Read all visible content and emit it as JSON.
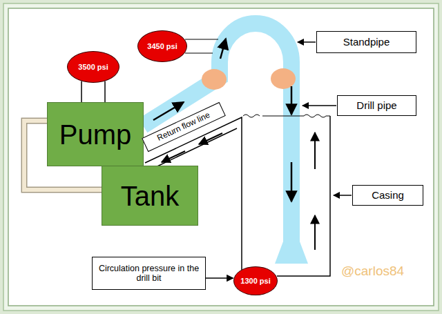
{
  "diagram": {
    "nodes": [
      {
        "text": [
          "3500 psi"
        ]
      },
      {
        "text": [
          "3450 psi"
        ]
      },
      {
        "text": [
          "Standpipe"
        ]
      },
      {
        "text": [
          "Pump"
        ]
      },
      {
        "text": [
          "Drill pipe"
        ]
      },
      {
        "text": [
          "Return flow line"
        ]
      },
      {
        "text": [
          "Tank"
        ]
      },
      {
        "text": [
          "Casing"
        ]
      },
      {
        "text": [
          "Circulation pressure in the drill bit"
        ]
      },
      {
        "text": [
          "1300 psi"
        ]
      }
    ],
    "edges": [
      {
        "from": 0,
        "to": 3,
        "arrow": "none"
      },
      {
        "from": 6,
        "to": 3,
        "arrow": "none"
      },
      {
        "from": 8,
        "to": 9,
        "arrow": "to"
      }
    ],
    "labels": [
      "@carlos84"
    ]
  }
}
